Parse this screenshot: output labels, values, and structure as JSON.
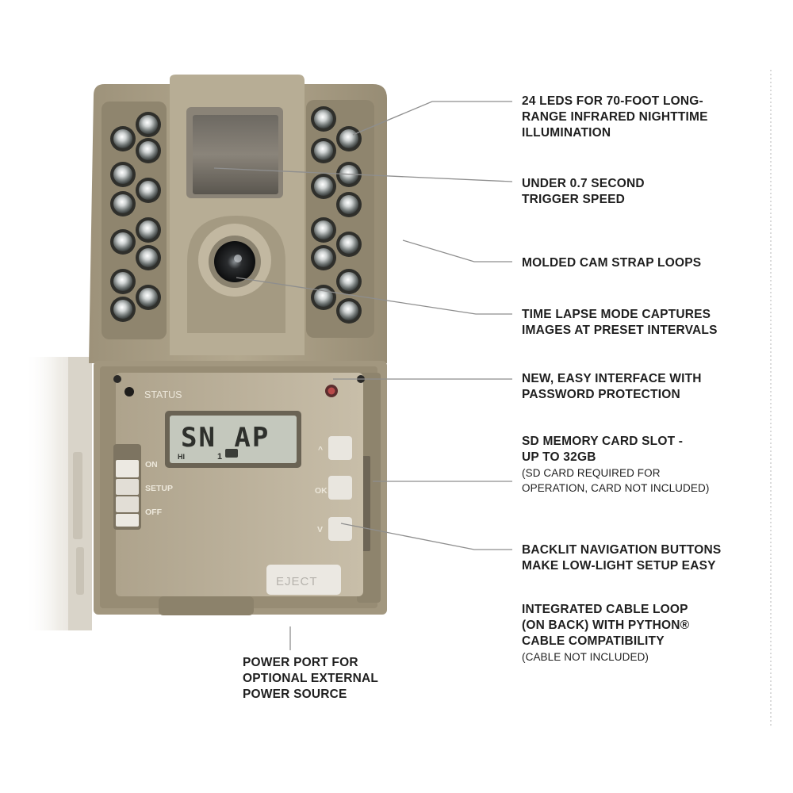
{
  "callouts": [
    {
      "id": "leds",
      "lines": [
        "24 LEDS FOR 70-FOOT LONG-",
        "RANGE INFRARED NIGHTTIME",
        "ILLUMINATION"
      ],
      "sub": []
    },
    {
      "id": "trigger",
      "lines": [
        "UNDER 0.7 SECOND",
        "TRIGGER SPEED"
      ],
      "sub": []
    },
    {
      "id": "strap",
      "lines": [
        "MOLDED CAM STRAP LOOPS"
      ],
      "sub": []
    },
    {
      "id": "timelapse",
      "lines": [
        "TIME LAPSE MODE CAPTURES",
        "IMAGES AT PRESET INTERVALS"
      ],
      "sub": []
    },
    {
      "id": "interface",
      "lines": [
        "NEW, EASY INTERFACE WITH",
        "PASSWORD PROTECTION"
      ],
      "sub": []
    },
    {
      "id": "sd",
      "lines": [
        "SD MEMORY CARD SLOT -",
        "UP TO 32GB"
      ],
      "sub": [
        "(SD CARD REQUIRED FOR",
        "OPERATION, CARD NOT INCLUDED)"
      ]
    },
    {
      "id": "backlit",
      "lines": [
        "BACKLIT NAVIGATION BUTTONS",
        "MAKE LOW-LIGHT SETUP EASY"
      ],
      "sub": []
    },
    {
      "id": "cable",
      "lines": [
        "INTEGRATED CABLE LOOP",
        "(ON BACK) WITH PYTHON®",
        "CABLE COMPATIBILITY"
      ],
      "sub": [
        "(CABLE NOT INCLUDED)"
      ]
    },
    {
      "id": "power",
      "lines": [
        "POWER PORT FOR",
        "OPTIONAL EXTERNAL",
        "POWER SOURCE"
      ],
      "sub": []
    }
  ],
  "camera": {
    "status_label": "STATUS",
    "lcd_text": "SN AP",
    "lcd_small_left": "HI",
    "lcd_small_mid": "1",
    "switch_on": "ON",
    "switch_setup": "SETUP",
    "switch_off": "OFF",
    "btn_up": "^",
    "btn_ok": "OK",
    "btn_down": "V",
    "eject_label": "EJECT"
  },
  "colors": {
    "body": "#a99e86",
    "panel": "#9c927b",
    "door": "#c5bba5",
    "text": "#1f1f1f",
    "leader": "#8e8e8e"
  }
}
